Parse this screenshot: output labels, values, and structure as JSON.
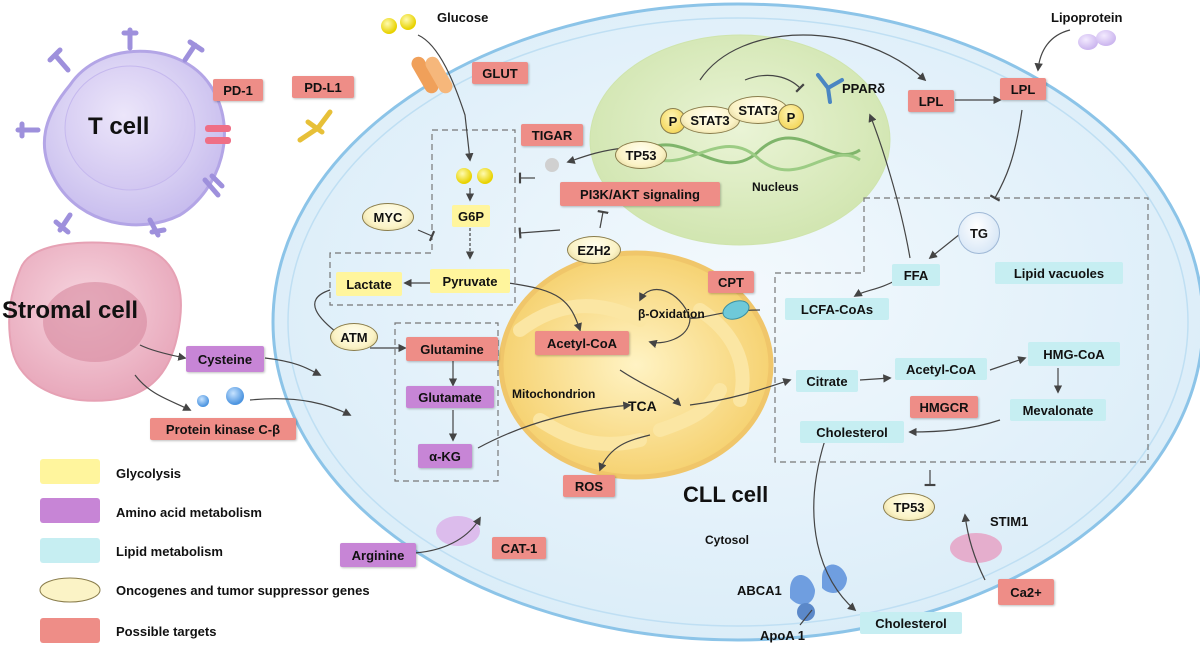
{
  "cells": {
    "t_cell": "T cell",
    "stromal_cell": "Stromal cell",
    "cll_cell": "CLL cell",
    "nucleus": "Nucleus",
    "mitochondrion": "Mitochondrion",
    "cytosol": "Cytosol"
  },
  "extracellular": {
    "glucose": "Glucose",
    "lipoprotein": "Lipoprotein",
    "apoa1": "ApoA 1",
    "abca1": "ABCA1",
    "stim1": "STIM1"
  },
  "targets": {
    "pd1": "PD-1",
    "pdl1": "PD-L1",
    "glut": "GLUT",
    "tigar": "TIGAR",
    "pi3k": "PI3K/AKT signaling",
    "lpl1": "LPL",
    "lpl2": "LPL",
    "cpt": "CPT",
    "glutamine": "Glutamine",
    "protein_kinase": "Protein kinase C-β",
    "ros": "ROS",
    "cat1": "CAT-1",
    "hmgcr": "HMGCR",
    "ca2": "Ca2+"
  },
  "glycolysis": {
    "g6p": "G6P",
    "pyruvate": "Pyruvate",
    "lactate": "Lactate"
  },
  "amino": {
    "cysteine": "Cysteine",
    "glutamate": "Glutamate",
    "akg": "α-KG",
    "arginine": "Arginine",
    "acetyl_coa_mito": "Acetyl-CoA"
  },
  "lipid": {
    "ffa": "FFA",
    "lipid_vacuoles": "Lipid vacuoles",
    "lcfa": "LCFA-CoAs",
    "citrate": "Citrate",
    "acetyl_coa": "Acetyl-CoA",
    "hmg_coa": "HMG-CoA",
    "mevalonate": "Mevalonate",
    "cholesterol_in": "Cholesterol",
    "cholesterol_out": "Cholesterol"
  },
  "oncogenes": {
    "myc": "MYC",
    "ezh2": "EZH2",
    "tp53_nuc": "TP53",
    "atm": "ATM",
    "tp53_lipid": "TP53",
    "tg": "TG",
    "stat3a": "STAT3",
    "stat3b": "STAT3",
    "p1": "P",
    "p2": "P"
  },
  "processes": {
    "beta_ox": "β-Oxidation",
    "tca": "TCA",
    "ppard": "PPARδ"
  },
  "legend": [
    {
      "label": "Glycolysis",
      "color": "#fff59d"
    },
    {
      "label": "Amino acid metabolism",
      "color": "#c785d6"
    },
    {
      "label": "Lipid metabolism",
      "color": "#c6eef2"
    },
    {
      "label": "Oncogenes and tumor suppressor genes",
      "color": "#fbf3c6"
    },
    {
      "label": "Possible targets",
      "color": "#ee8d87"
    }
  ]
}
